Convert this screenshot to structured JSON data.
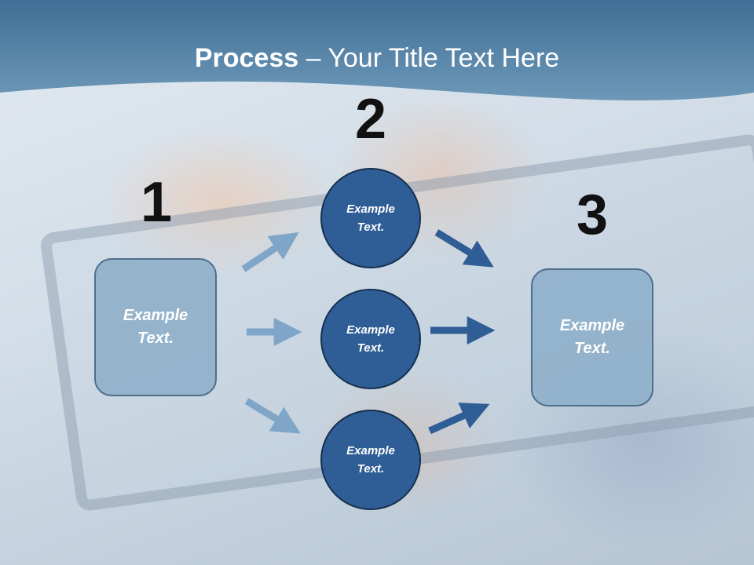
{
  "title": {
    "bold": "Process",
    "rest": " – Your Title Text Here"
  },
  "steps": [
    {
      "number": "1",
      "box_text": [
        "Example",
        "Text."
      ]
    },
    {
      "number": "2",
      "circles": [
        [
          "Example",
          "Text."
        ],
        [
          "Example",
          "Text."
        ],
        [
          "Example",
          "Text."
        ]
      ]
    },
    {
      "number": "3",
      "box_text": [
        "Example",
        "Text."
      ]
    }
  ],
  "colors": {
    "header": "#4d7ea3",
    "circle_fill": "#2f5d95",
    "box_fill": "#8daec8",
    "arrow_light": "#7fa6c8",
    "arrow_dark": "#2f5d95"
  }
}
